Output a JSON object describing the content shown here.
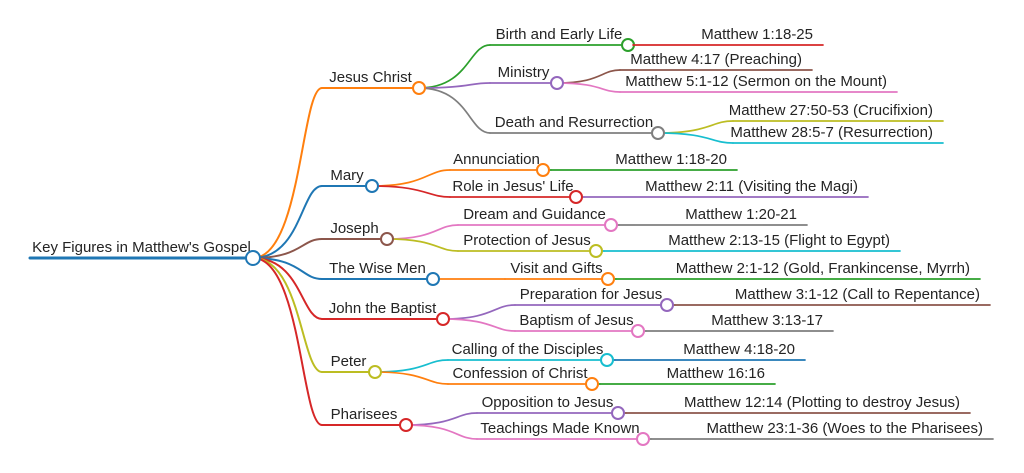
{
  "diagram": {
    "type": "mindmap",
    "background_color": "#ffffff",
    "text_color": "#242424",
    "palette": [
      "#1f77b4",
      "#ff7f0e",
      "#2ca02c",
      "#d62728",
      "#9467bd",
      "#8c564b",
      "#e377c2",
      "#7f7f7f",
      "#bcbd22",
      "#17becf"
    ],
    "root": {
      "label": "Key Figures in Matthew's Gospel",
      "color": "#1f77b4",
      "children": [
        {
          "label": "Jesus Christ",
          "color": "#ff7f0e",
          "children": [
            {
              "label": "Birth and Early Life",
              "color": "#2ca02c",
              "children": [
                {
                  "label": "Matthew 1:18-25",
                  "color": "#d62728",
                  "children": []
                }
              ]
            },
            {
              "label": "Ministry",
              "color": "#9467bd",
              "children": [
                {
                  "label": "Matthew 4:17 (Preaching)",
                  "color": "#8c564b",
                  "children": []
                },
                {
                  "label": "Matthew 5:1-12 (Sermon on the Mount)",
                  "color": "#e377c2",
                  "children": []
                }
              ]
            },
            {
              "label": "Death and Resurrection",
              "color": "#7f7f7f",
              "children": [
                {
                  "label": "Matthew 27:50-53 (Crucifixion)",
                  "color": "#bcbd22",
                  "children": []
                },
                {
                  "label": "Matthew 28:5-7 (Resurrection)",
                  "color": "#17becf",
                  "children": []
                }
              ]
            }
          ]
        },
        {
          "label": "Mary",
          "color": "#1f77b4",
          "children": [
            {
              "label": "Annunciation",
              "color": "#ff7f0e",
              "children": [
                {
                  "label": "Matthew 1:18-20",
                  "color": "#2ca02c",
                  "children": []
                }
              ]
            },
            {
              "label": "Role in Jesus' Life",
              "color": "#d62728",
              "children": [
                {
                  "label": "Matthew 2:11 (Visiting the Magi)",
                  "color": "#9467bd",
                  "children": []
                }
              ]
            }
          ]
        },
        {
          "label": "Joseph",
          "color": "#8c564b",
          "children": [
            {
              "label": "Dream and Guidance",
              "color": "#e377c2",
              "children": [
                {
                  "label": "Matthew 1:20-21",
                  "color": "#7f7f7f",
                  "children": []
                }
              ]
            },
            {
              "label": "Protection of Jesus",
              "color": "#bcbd22",
              "children": [
                {
                  "label": "Matthew 2:13-15 (Flight to Egypt)",
                  "color": "#17becf",
                  "children": []
                }
              ]
            }
          ]
        },
        {
          "label": "The Wise Men",
          "color": "#1f77b4",
          "children": [
            {
              "label": "Visit and Gifts",
              "color": "#ff7f0e",
              "children": [
                {
                  "label": "Matthew 2:1-12 (Gold, Frankincense, Myrrh)",
                  "color": "#2ca02c",
                  "children": []
                }
              ]
            }
          ]
        },
        {
          "label": "John the Baptist",
          "color": "#d62728",
          "children": [
            {
              "label": "Preparation for Jesus",
              "color": "#9467bd",
              "children": [
                {
                  "label": "Matthew 3:1-12 (Call to Repentance)",
                  "color": "#8c564b",
                  "children": []
                }
              ]
            },
            {
              "label": "Baptism of Jesus",
              "color": "#e377c2",
              "children": [
                {
                  "label": "Matthew 3:13-17",
                  "color": "#7f7f7f",
                  "children": []
                }
              ]
            }
          ]
        },
        {
          "label": "Peter",
          "color": "#bcbd22",
          "children": [
            {
              "label": "Calling of the Disciples",
              "color": "#17becf",
              "children": [
                {
                  "label": "Matthew 4:18-20",
                  "color": "#1f77b4",
                  "children": []
                }
              ]
            },
            {
              "label": "Confession of Christ",
              "color": "#ff7f0e",
              "children": [
                {
                  "label": "Matthew 16:16",
                  "color": "#2ca02c",
                  "children": []
                }
              ]
            }
          ]
        },
        {
          "label": "Pharisees",
          "color": "#d62728",
          "children": [
            {
              "label": "Opposition to Jesus",
              "color": "#9467bd",
              "children": [
                {
                  "label": "Matthew 12:14 (Plotting to destroy Jesus)",
                  "color": "#8c564b",
                  "children": []
                }
              ]
            },
            {
              "label": "Teachings Made Known",
              "color": "#e377c2",
              "children": [
                {
                  "label": "Matthew 23:1-36 (Woes to the Pharisees)",
                  "color": "#7f7f7f",
                  "children": []
                }
              ]
            }
          ]
        }
      ]
    }
  }
}
